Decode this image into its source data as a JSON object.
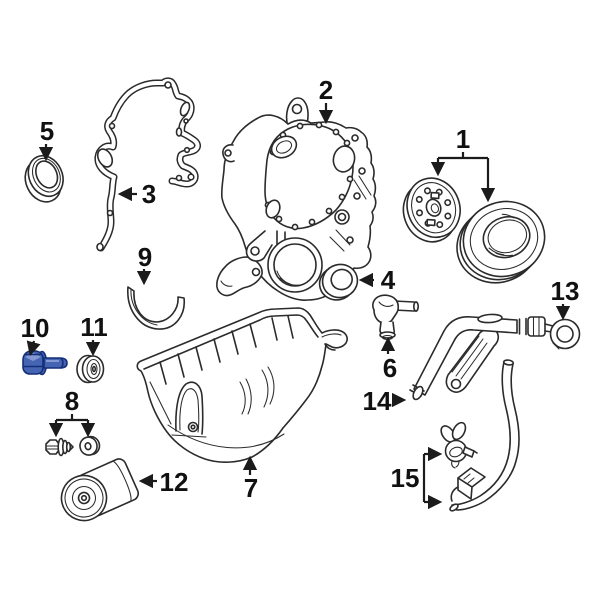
{
  "diagram": {
    "background_color": "#ffffff",
    "line_color": "#2b2b2b",
    "callout_color": "#111111",
    "highlighted_part": {
      "callout": "10",
      "fill_color": "#4565b2",
      "outline_color": "#142e78",
      "highlight_color": "#8499d4"
    },
    "callouts": [
      "1",
      "2",
      "3",
      "4",
      "5",
      "6",
      "7",
      "8",
      "9",
      "10",
      "11",
      "12",
      "13",
      "14",
      "15"
    ]
  }
}
